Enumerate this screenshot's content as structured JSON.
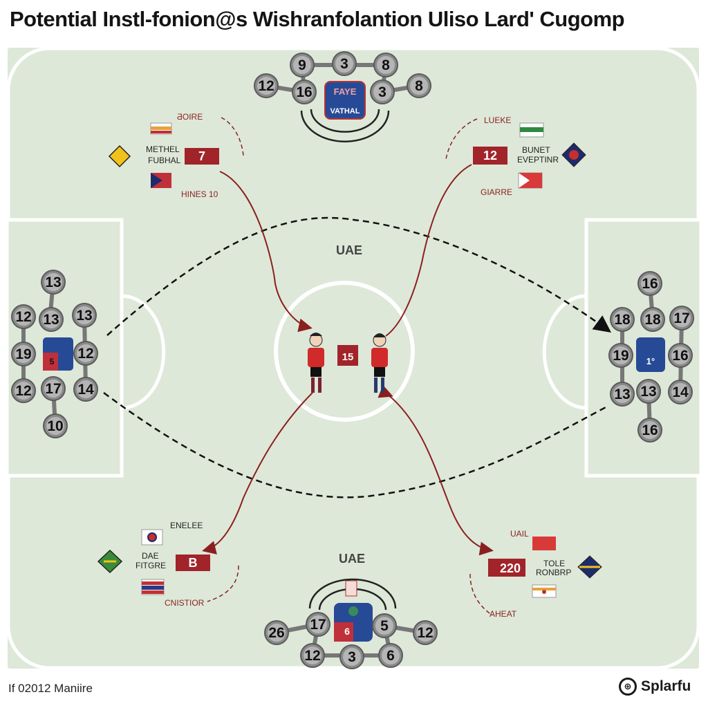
{
  "title": "Potential Instl-fonion@s Wishranfolantion Uliso Lard' Cugomp",
  "footer": {
    "left": "If 02012 Maniire",
    "right": "Splarfu"
  },
  "center": {
    "label": "UAE",
    "number_tag": "15"
  },
  "bottom_label": "UAE",
  "top_team": {
    "banner_line1": "FAYE",
    "banner_line2": "VATHAL",
    "players": [
      "9",
      "3",
      "8",
      "12",
      "16",
      "3",
      "8"
    ]
  },
  "bottom_team": {
    "banner_number": "6",
    "players": [
      "26",
      "17",
      "5",
      "12",
      "12",
      "3",
      "6"
    ]
  },
  "left_team": {
    "shirt_number": "5",
    "players": [
      "13",
      "12",
      "13",
      "13",
      "19",
      "12",
      "12",
      "17",
      "14",
      "10"
    ]
  },
  "right_team": {
    "shirt_number": "1°",
    "players": [
      "16",
      "18",
      "18",
      "17",
      "19",
      "16",
      "13",
      "13",
      "14",
      "16"
    ]
  },
  "top_left": {
    "label_top": "ƋOIRE",
    "label_mid1": "METHEL",
    "label_mid2": "FUBHAL",
    "label_bottom": "HINES 10",
    "tag": "7"
  },
  "top_right": {
    "label_top": "LUEKE",
    "label_mid1": "BUNET",
    "label_mid2": "EVEPTINR",
    "label_bottom": "GIARRE",
    "tag": "12"
  },
  "bottom_left": {
    "label_top": "ENELEE",
    "label_mid1": "DAE",
    "label_mid2": "FITGRE",
    "label_bottom": "CNISTIOR",
    "tag": "B"
  },
  "bottom_right": {
    "label_top": "UAIL",
    "label_mid1": "TOLE",
    "label_mid2": "RONBRP",
    "label_bottom": "AHEAT",
    "tag": "220"
  }
}
